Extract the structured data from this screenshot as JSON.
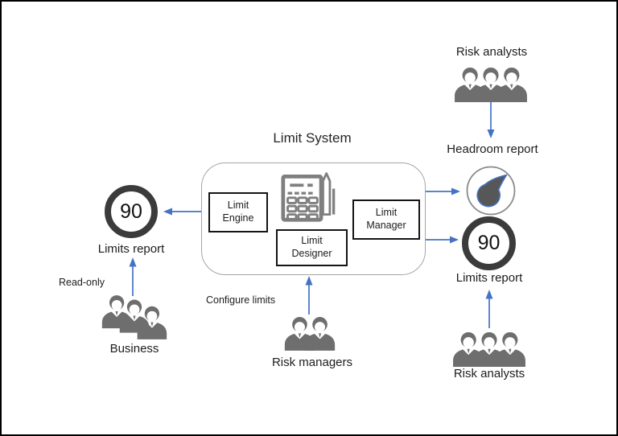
{
  "title": "Limit System",
  "system": {
    "engine_label": "Limit Engine",
    "designer_label": "Limit Designer",
    "manager_label": "Limit Manager"
  },
  "left_flow": {
    "report_value": "90",
    "report_label": "Limits report",
    "edge_label": "Read-only",
    "actor_label": "Business"
  },
  "bottom_flow": {
    "edge_label": "Configure limits",
    "actor_label": "Risk managers"
  },
  "top_right_flow": {
    "actor_label": "Risk analysts",
    "report_label": "Headroom report"
  },
  "right_flow": {
    "report_value": "90",
    "report_label": "Limits report",
    "actor_label": "Risk analysts"
  },
  "icons": {
    "system_icon": "calculator-pencil-icon",
    "headroom_icon": "gauge-icon",
    "report_icon": "score-ring-90",
    "actor_icon": "people-group-icon"
  },
  "colors": {
    "arrow_blue": "#4472C4",
    "people_gray": "#6E6E6E",
    "ring_dark": "#3B3B3B",
    "calculator_gray": "#7F7F7F",
    "container_border": "#A6A6A6",
    "gauge_needle_fill": "#575757",
    "gauge_needle_stroke": "#4472C4",
    "text": "#1C1C1C"
  }
}
